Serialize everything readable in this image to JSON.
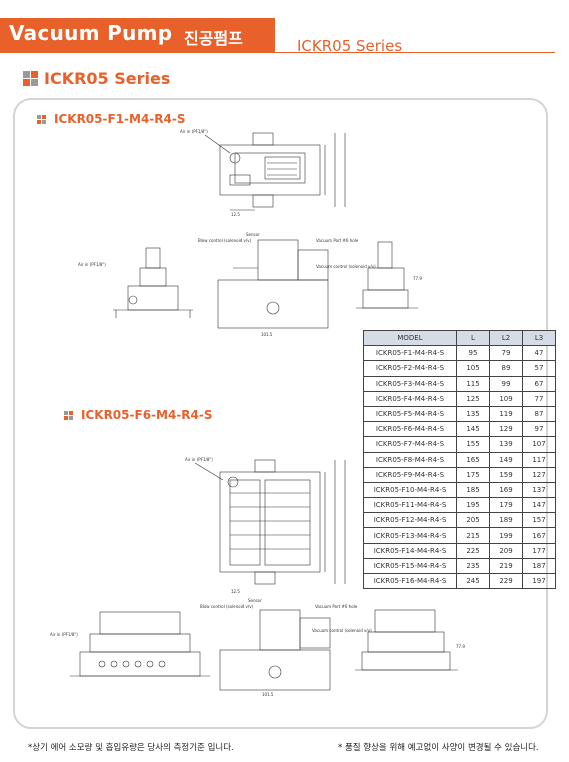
{
  "header": {
    "title": "Vacuum Pump",
    "title_kor": "진공펌프",
    "series": "ICKR05 Series"
  },
  "section_title": "ICKR05 Series",
  "drawing1": {
    "title": "ICKR05-F1-M4-R4-S",
    "labels": {
      "air_in": "Air in (PF1/8\")",
      "blow_control": "Blow control\n(solenoid v/v)",
      "sensor": "Sensor",
      "vacuum_port": "Vacuum Port #6 hole",
      "vacuum_control": "Vacuum control\n(solenoid v/v)",
      "dim_101_5": "101.5",
      "dim_77_9": "77.9",
      "dim_12_5": "12.5"
    }
  },
  "drawing2": {
    "title": "ICKR05-F6-M4-R4-S",
    "labels": {
      "air_in": "Air in (PF1/8\")",
      "blow_control": "Blow control\n(solenoid v/v)",
      "sensor": "Sensor",
      "vacuum_port": "Vacuum Port #6 hole",
      "vacuum_control": "Vacuum control\n(solenoid v/v)",
      "dim_101_5": "101.5",
      "dim_77_9": "77.9",
      "dim_12_5": "12.5"
    }
  },
  "table": {
    "headers": [
      "MODEL",
      "L",
      "L2",
      "L3"
    ],
    "rows": [
      [
        "ICKR05-F1-M4-R4-S",
        "95",
        "79",
        "47"
      ],
      [
        "ICKR05-F2-M4-R4-S",
        "105",
        "89",
        "57"
      ],
      [
        "ICKR05-F3-M4-R4-S",
        "115",
        "99",
        "67"
      ],
      [
        "ICKR05-F4-M4-R4-S",
        "125",
        "109",
        "77"
      ],
      [
        "ICKR05-F5-M4-R4-S",
        "135",
        "119",
        "87"
      ],
      [
        "ICKR05-F6-M4-R4-S",
        "145",
        "129",
        "97"
      ],
      [
        "ICKR05-F7-M4-R4-S",
        "155",
        "139",
        "107"
      ],
      [
        "ICKR05-F8-M4-R4-S",
        "165",
        "149",
        "117"
      ],
      [
        "ICKR05-F9-M4-R4-S",
        "175",
        "159",
        "127"
      ],
      [
        "ICKR05-F10-M4-R4-S",
        "185",
        "169",
        "137"
      ],
      [
        "ICKR05-F11-M4-R4-S",
        "195",
        "179",
        "147"
      ],
      [
        "ICKR05-F12-M4-R4-S",
        "205",
        "189",
        "157"
      ],
      [
        "ICKR05-F13-M4-R4-S",
        "215",
        "199",
        "167"
      ],
      [
        "ICKR05-F14-M4-R4-S",
        "225",
        "209",
        "177"
      ],
      [
        "ICKR05-F15-M4-R4-S",
        "235",
        "219",
        "187"
      ],
      [
        "ICKR05-F16-M4-R4-S",
        "245",
        "229",
        "197"
      ]
    ]
  },
  "footer": {
    "left": "*상기 에어 소모량 및 흡입유량은 당사의 측정기준 입니다.",
    "right": "* 품질 향상을 위해 예고없이 사양이 변경될 수 있습니다."
  },
  "colors": {
    "accent": "#e8612a",
    "panel_border": "#d4d4d4",
    "table_header": "#d6dce6"
  }
}
